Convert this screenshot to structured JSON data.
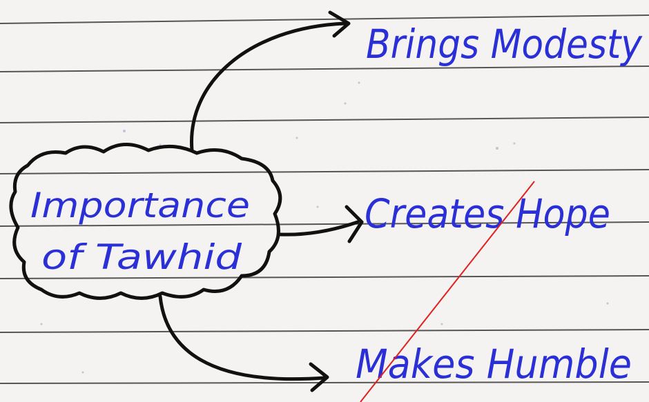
{
  "central_topic": {
    "line1": "Importance",
    "line2": "of Tawhid"
  },
  "branches": [
    {
      "label": "Brings Modesty"
    },
    {
      "label": "Creates Hope"
    },
    {
      "label": "Makes Humble"
    }
  ],
  "colors": {
    "paper": "#f4f3f1",
    "rule_lines": "#3a3a3a",
    "ink_blue": "#2a2fd6",
    "ink_black": "#111111",
    "red_line": "#e02020"
  }
}
